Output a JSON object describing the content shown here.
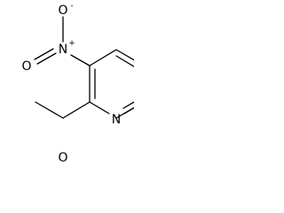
{
  "molecule": {
    "atoms": {
      "nitro_nitrogen": "N",
      "nitro_plus_charge": "+",
      "nitro_oxygen_top": "O",
      "nitro_minus_charge": "-",
      "nitro_oxygen_left": "O",
      "carbonyl_oxygen": "O",
      "ring_nitrogen": "N"
    }
  }
}
